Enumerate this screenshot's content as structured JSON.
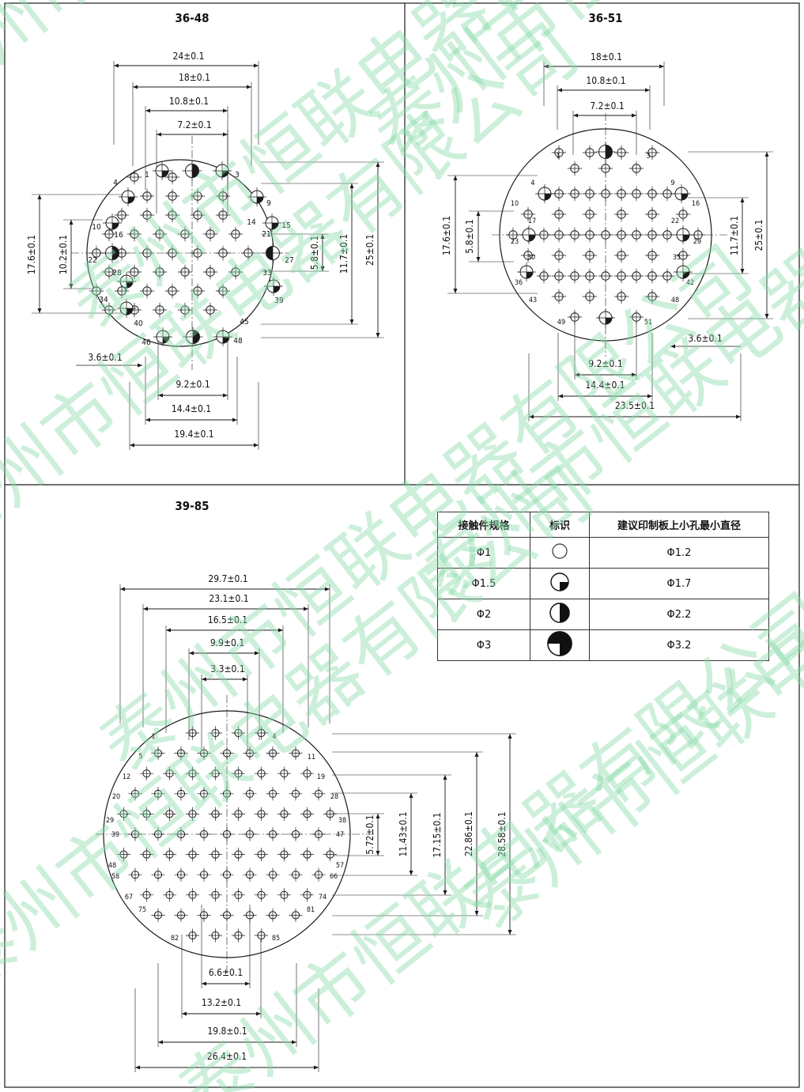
{
  "drawings": [
    {
      "id": "36-48",
      "title": "36-48",
      "horizontal_dims_top": [
        "24±0.1",
        "18±0.1",
        "10.8±0.1",
        "7.2±0.1"
      ],
      "horizontal_dims_bottom": [
        "9.2±0.1",
        "14.4±0.1",
        "19.4±0.1"
      ],
      "side_dim": "3.6±0.1",
      "vertical_dims_left": [
        "17.6±0.1",
        "10.2±0.1"
      ],
      "vertical_dims_right": [
        "5.8±0.1",
        "11.7±0.1",
        "25±0.1"
      ],
      "pin_numbers": [
        "1",
        "3",
        "4",
        "9",
        "10",
        "14",
        "15",
        "16",
        "21",
        "22",
        "27",
        "28",
        "33",
        "34",
        "39",
        "40",
        "45",
        "46",
        "48"
      ]
    },
    {
      "id": "36-51",
      "title": "36-51",
      "horizontal_dims_top": [
        "18±0.1",
        "10.8±0.1",
        "7.2±0.1"
      ],
      "horizontal_dims_bottom": [
        "9.2±0.1",
        "14.4±0.1",
        "23.5±0.1"
      ],
      "side_dim": "3.6±0.1",
      "vertical_dims_left": [
        "17.6±0.1",
        "5.8±0.1"
      ],
      "vertical_dims_right": [
        "11.7±0.1",
        "25±0.1"
      ],
      "pin_numbers": [
        "1",
        "3",
        "4",
        "9",
        "10",
        "16",
        "17",
        "22",
        "23",
        "29",
        "30",
        "35",
        "36",
        "42",
        "43",
        "48",
        "49",
        "51"
      ]
    },
    {
      "id": "39-85",
      "title": "39-85",
      "horizontal_dims_top": [
        "29.7±0.1",
        "23.1±0.1",
        "16.5±0.1",
        "9.9±0.1",
        "3.3±0.1"
      ],
      "horizontal_dims_bottom": [
        "6.6±0.1",
        "13.2±0.1",
        "19.8±0.1",
        "26.4±0.1"
      ],
      "vertical_dims_right": [
        "5.72±0.1",
        "11.43±0.1",
        "17.15±0.1",
        "22.86±0.1",
        "28.58±0.1"
      ],
      "pin_numbers": [
        "1",
        "4",
        "5",
        "11",
        "12",
        "19",
        "20",
        "28",
        "29",
        "38",
        "39",
        "47",
        "48",
        "57",
        "58",
        "66",
        "67",
        "74",
        "75",
        "81",
        "82",
        "85"
      ]
    }
  ],
  "table": {
    "headers": [
      "接触件规格",
      "标识",
      "建议印制板上小孔最小直径"
    ],
    "rows": [
      {
        "spec": "Φ1",
        "symbol": "circle-empty-icon",
        "hole": "Φ1.2"
      },
      {
        "spec": "Φ1.5",
        "symbol": "circle-quarter-icon",
        "hole": "Φ1.7"
      },
      {
        "spec": "Φ2",
        "symbol": "circle-half-icon",
        "hole": "Φ2.2"
      },
      {
        "spec": "Φ3",
        "symbol": "circle-three-quarter-icon",
        "hole": "Φ3.2"
      }
    ]
  },
  "watermark": "泰州市恒联电器有限公司",
  "colors": {
    "line": "#1a1a1a",
    "watermark": "#86d9a8",
    "background": "#ffffff"
  }
}
